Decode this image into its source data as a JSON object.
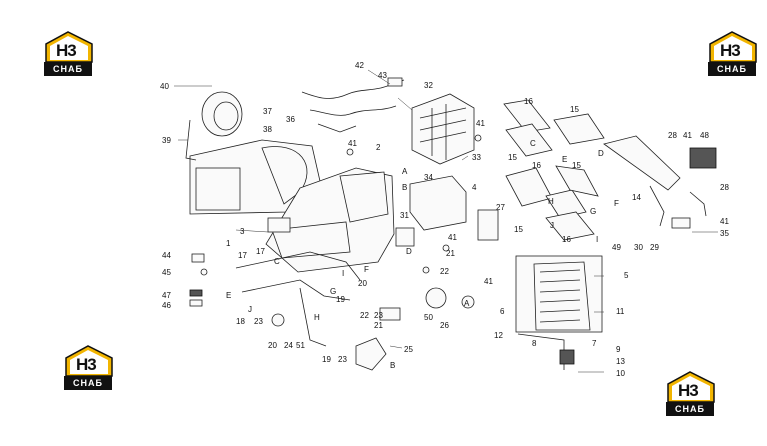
{
  "brand": {
    "logo_text": "СНАБ",
    "logo_mark": "H3",
    "accent_color": "#f2b500"
  },
  "callouts": [
    {
      "id": "c40",
      "label": "40"
    },
    {
      "id": "c42",
      "label": "42"
    },
    {
      "id": "c43",
      "label": "43"
    },
    {
      "id": "c32",
      "label": "32"
    },
    {
      "id": "c16a",
      "label": "16"
    },
    {
      "id": "c15a",
      "label": "15"
    },
    {
      "id": "c37",
      "label": "37"
    },
    {
      "id": "c36",
      "label": "36"
    },
    {
      "id": "c38",
      "label": "38"
    },
    {
      "id": "c39",
      "label": "39"
    },
    {
      "id": "c41a",
      "label": "41"
    },
    {
      "id": "c2",
      "label": "2"
    },
    {
      "id": "c41b",
      "label": "41"
    },
    {
      "id": "c33",
      "label": "33"
    },
    {
      "id": "c28a",
      "label": "28"
    },
    {
      "id": "c41c",
      "label": "41"
    },
    {
      "id": "c48",
      "label": "48"
    },
    {
      "id": "c15b",
      "label": "15"
    },
    {
      "id": "cC1",
      "label": "C"
    },
    {
      "id": "cE1",
      "label": "E"
    },
    {
      "id": "cD1",
      "label": "D"
    },
    {
      "id": "cA1",
      "label": "A"
    },
    {
      "id": "c34",
      "label": "34"
    },
    {
      "id": "c16b",
      "label": "16"
    },
    {
      "id": "c15c",
      "label": "15"
    },
    {
      "id": "cB1",
      "label": "B"
    },
    {
      "id": "c4",
      "label": "4"
    },
    {
      "id": "c14",
      "label": "14"
    },
    {
      "id": "c28b",
      "label": "28"
    },
    {
      "id": "cH1",
      "label": "H"
    },
    {
      "id": "cG1",
      "label": "G"
    },
    {
      "id": "cF1",
      "label": "F"
    },
    {
      "id": "c27",
      "label": "27"
    },
    {
      "id": "c31",
      "label": "31"
    },
    {
      "id": "c15d",
      "label": "15"
    },
    {
      "id": "cJ1",
      "label": "J"
    },
    {
      "id": "c16c",
      "label": "16"
    },
    {
      "id": "cI1",
      "label": "I"
    },
    {
      "id": "c41d",
      "label": "41"
    },
    {
      "id": "c35",
      "label": "35"
    },
    {
      "id": "c49",
      "label": "49"
    },
    {
      "id": "c30",
      "label": "30"
    },
    {
      "id": "c29",
      "label": "29"
    },
    {
      "id": "c3",
      "label": "3"
    },
    {
      "id": "c1",
      "label": "1"
    },
    {
      "id": "c41e",
      "label": "41"
    },
    {
      "id": "cD2",
      "label": "D"
    },
    {
      "id": "c21a",
      "label": "21"
    },
    {
      "id": "c22a",
      "label": "22"
    },
    {
      "id": "c41f",
      "label": "41"
    },
    {
      "id": "c44",
      "label": "44"
    },
    {
      "id": "c45",
      "label": "45"
    },
    {
      "id": "c17a",
      "label": "17"
    },
    {
      "id": "c17b",
      "label": "17"
    },
    {
      "id": "cC2",
      "label": "C"
    },
    {
      "id": "cF2",
      "label": "F"
    },
    {
      "id": "cI2",
      "label": "I"
    },
    {
      "id": "c20a",
      "label": "20"
    },
    {
      "id": "cG2",
      "label": "G"
    },
    {
      "id": "c47",
      "label": "47"
    },
    {
      "id": "c46",
      "label": "46"
    },
    {
      "id": "cE2",
      "label": "E"
    },
    {
      "id": "cJ2",
      "label": "J"
    },
    {
      "id": "c19a",
      "label": "19"
    },
    {
      "id": "c5",
      "label": "5"
    },
    {
      "id": "c6",
      "label": "6"
    },
    {
      "id": "c11",
      "label": "11"
    },
    {
      "id": "cA2",
      "label": "A"
    },
    {
      "id": "c50",
      "label": "50"
    },
    {
      "id": "c26",
      "label": "26"
    },
    {
      "id": "c22b",
      "label": "22"
    },
    {
      "id": "c23a",
      "label": "23"
    },
    {
      "id": "c21b",
      "label": "21"
    },
    {
      "id": "c18",
      "label": "18"
    },
    {
      "id": "c23b",
      "label": "23"
    },
    {
      "id": "cH2",
      "label": "H"
    },
    {
      "id": "c12",
      "label": "12"
    },
    {
      "id": "c8",
      "label": "8"
    },
    {
      "id": "c7",
      "label": "7"
    },
    {
      "id": "c9",
      "label": "9"
    },
    {
      "id": "c20b",
      "label": "20"
    },
    {
      "id": "c24",
      "label": "24"
    },
    {
      "id": "c51",
      "label": "51"
    },
    {
      "id": "c25",
      "label": "25"
    },
    {
      "id": "c13",
      "label": "13"
    },
    {
      "id": "c19b",
      "label": "19"
    },
    {
      "id": "c23c",
      "label": "23"
    },
    {
      "id": "cB2",
      "label": "B"
    },
    {
      "id": "c10",
      "label": "10"
    }
  ]
}
